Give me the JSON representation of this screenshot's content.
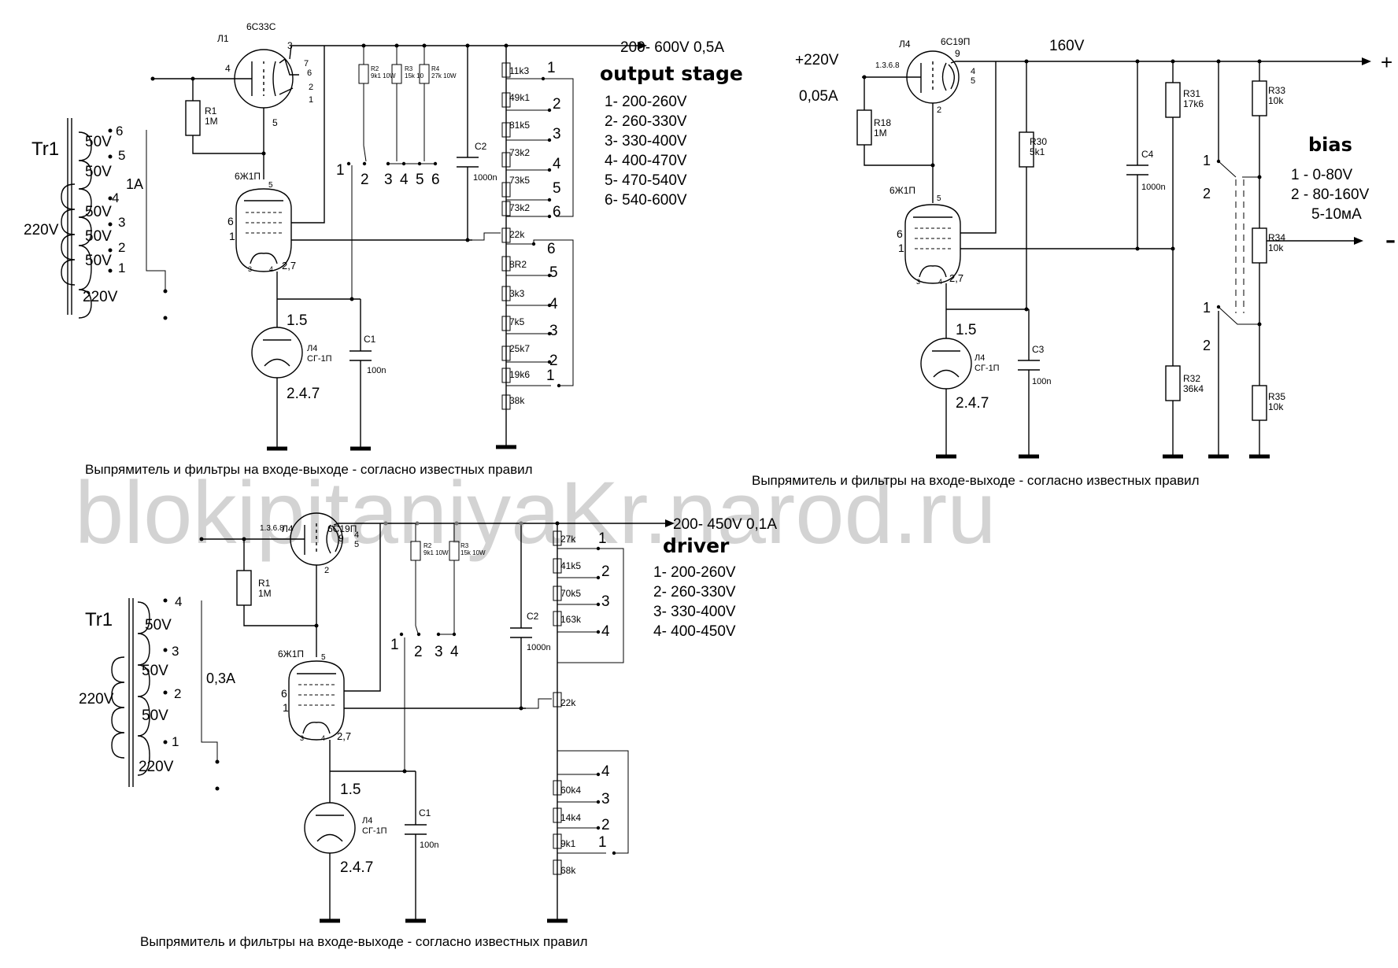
{
  "watermark": "blokipitaniyaKr.narod.ru",
  "output_stage": {
    "title": "output stage",
    "out_label": "200- 600V 0,5A",
    "ranges": [
      "1- 200-260V",
      "2- 260-330V",
      "3- 330-400V",
      "4- 400-470V",
      "5- 470-540V",
      "6- 540-600V"
    ],
    "lamp1_name": "Л1",
    "lamp1_type": "6С33С",
    "lamp1_pins": [
      "3",
      "4",
      "6",
      "7",
      "2",
      "1",
      "5"
    ],
    "lamp2_type": "6Ж1П",
    "lamp2_pins": [
      "5",
      "6",
      "1",
      "3",
      "4",
      "2,7"
    ],
    "lamp3_name": "Л4",
    "lamp3_type": "СГ-1П",
    "lamp3_pins": [
      "1.5",
      "2.4.7"
    ],
    "r1": [
      "R1",
      "1M"
    ],
    "rtop": [
      [
        "R2",
        "9k1 10W"
      ],
      [
        "R3",
        "15k 10"
      ],
      [
        "R4",
        "27k 10W"
      ]
    ],
    "switch_nums": [
      "1",
      "2",
      "3",
      "4",
      "5",
      "6"
    ],
    "c2": [
      "C2",
      "1000n"
    ],
    "c1": [
      "C1",
      "100n"
    ],
    "upper_chain": [
      "11k3",
      "49k1",
      "81k5",
      "73k2",
      "73k5",
      "73k2"
    ],
    "upper_taps": [
      "1",
      "2",
      "3",
      "4",
      "5",
      "6"
    ],
    "mid_r": "22k",
    "lower_chain": [
      "8R2",
      "3k3",
      "7k5",
      "25k7",
      "19k6",
      "38k"
    ],
    "lower_taps": [
      "6",
      "5",
      "4",
      "3",
      "2",
      "1"
    ],
    "tr_name": "Tr1",
    "tr_primary": "220V",
    "tr_secondaries": [
      "50V",
      "50V",
      "50V",
      "50V",
      "50V",
      "220V"
    ],
    "tr_taps": [
      "6",
      "5",
      "4",
      "3",
      "2",
      "1"
    ],
    "tr_current": "1A",
    "caption": "Выпрямитель и фильтры на входе-выходе - согласно известных правил"
  },
  "bias": {
    "title": "bias",
    "input_label": "+220V",
    "input_current": "0,05A",
    "out_voltage": "160V",
    "plus": "+",
    "minus": "–",
    "ranges": [
      "1 - 0-80V",
      "2 - 80-160V",
      "5-10мА"
    ],
    "lamp1_name": "Л4",
    "lamp1_type": "6С19П",
    "lamp1_pins": [
      "9",
      "1.3.6.8",
      "4",
      "5",
      "2"
    ],
    "r18": [
      "R18",
      "1M"
    ],
    "lamp2_type": "6Ж1П",
    "lamp2_pins": [
      "5",
      "6",
      "1",
      "3",
      "4",
      "2,7"
    ],
    "lamp3_name": "Л4",
    "lamp3_type": "СГ-1П",
    "lamp3_pins": [
      "1.5",
      "2.4.7"
    ],
    "r30": [
      "R30",
      "5k1"
    ],
    "c3": [
      "C3",
      "100n"
    ],
    "c4": [
      "C4",
      "1000n"
    ],
    "r31": [
      "R31",
      "17k6"
    ],
    "r32": [
      "R32",
      "36k4"
    ],
    "r33": [
      "R33",
      "10k"
    ],
    "r34": [
      "R34",
      "10k"
    ],
    "r35": [
      "R35",
      "10k"
    ],
    "switch_nums": [
      "1",
      "2",
      "1",
      "2"
    ],
    "caption": "Выпрямитель и фильтры на входе-выходе - согласно известных правил"
  },
  "driver": {
    "title": "driver",
    "out_label": "200- 450V 0,1A",
    "ranges": [
      "1- 200-260V",
      "2- 260-330V",
      "3- 330-400V",
      "4- 400-450V"
    ],
    "lamp1_name": "Л4",
    "lamp1_type": "6С19П",
    "lamp1_pins": [
      "9",
      "1.3.6.8",
      "4",
      "5",
      "2"
    ],
    "lamp2_type": "6Ж1П",
    "lamp2_pins": [
      "5",
      "6",
      "1",
      "3",
      "4",
      "2,7"
    ],
    "lamp3_name": "Л4",
    "lamp3_type": "СГ-1П",
    "lamp3_pins": [
      "1.5",
      "2.4.7"
    ],
    "r1": [
      "R1",
      "1M"
    ],
    "rtop": [
      [
        "R2",
        "9k1 10W"
      ],
      [
        "R3",
        "15k 10W"
      ]
    ],
    "switch_nums": [
      "1",
      "2",
      "3",
      "4"
    ],
    "c2": [
      "C2",
      "1000n"
    ],
    "c1": [
      "C1",
      "100n"
    ],
    "upper_chain": [
      "27k",
      "41k5",
      "70k5",
      "163k"
    ],
    "upper_taps": [
      "1",
      "2",
      "3",
      "4"
    ],
    "mid_r": "22k",
    "lower_chain": [
      "60k4",
      "14k4",
      "9k1",
      "68k"
    ],
    "lower_taps": [
      "4",
      "3",
      "2",
      "1"
    ],
    "tr_name": "Tr1",
    "tr_primary": "220V",
    "tr_secondaries": [
      "50V",
      "50V",
      "50V",
      "220V"
    ],
    "tr_taps": [
      "4",
      "3",
      "2",
      "1"
    ],
    "tr_current": "0,3A",
    "caption": "Выпрямитель и фильтры на входе-выходе - согласно известных правил"
  }
}
